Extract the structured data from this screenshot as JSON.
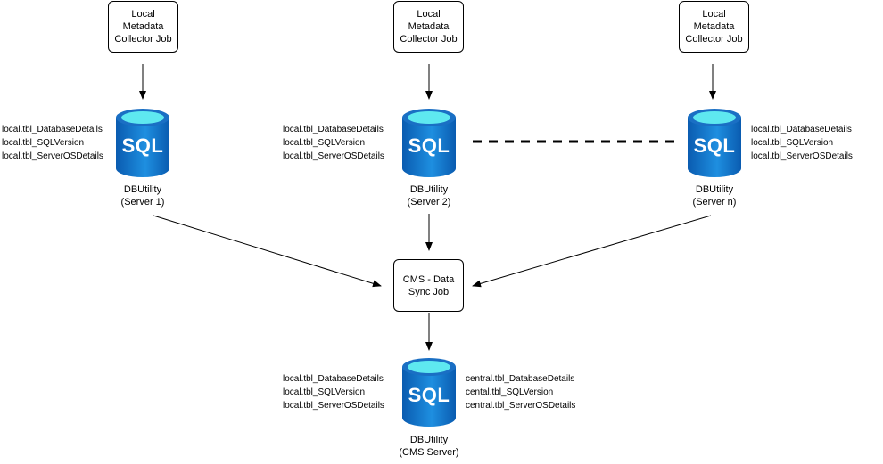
{
  "jobs": {
    "local_job_1": [
      "Local",
      "Metadata",
      "Collector Job"
    ],
    "local_job_2": [
      "Local",
      "Metadata",
      "Collector Job"
    ],
    "local_job_n": [
      "Local",
      "Metadata",
      "Collector Job"
    ],
    "cms_sync_job": [
      "CMS - Data",
      "Sync Job"
    ]
  },
  "db_icon_text": "SQL",
  "servers": {
    "server_1": {
      "name": "DBUtility",
      "server": "(Server 1)",
      "tables": [
        "local.tbl_DatabaseDetails",
        "local.tbl_SQLVersion",
        "local.tbl_ServerOSDetails"
      ]
    },
    "server_2": {
      "name": "DBUtility",
      "server": "(Server 2)",
      "tables": [
        "local.tbl_DatabaseDetails",
        "local.tbl_SQLVersion",
        "local.tbl_ServerOSDetails"
      ]
    },
    "server_n": {
      "name": "DBUtility",
      "server": "(Server n)",
      "tables": [
        "local.tbl_DatabaseDetails",
        "local.tbl_SQLVersion",
        "local.tbl_ServerOSDetails"
      ]
    },
    "cms_server": {
      "name": "DBUtility",
      "server": "(CMS Server)",
      "local_tables": [
        "local.tbl_DatabaseDetails",
        "local.tbl_SQLVersion",
        "local.tbl_ServerOSDetails"
      ],
      "central_tables": [
        "central.tbl_DatabaseDetails",
        "cental.tbl_SQLVersion",
        "central.tbl_ServerOSDetails"
      ]
    }
  },
  "colors": {
    "db_body_dark": "#0a5bb0",
    "db_body_light": "#1e8fe0",
    "db_top_ring": "#1a6fc4",
    "db_top_fill": "#5ee8f0",
    "line": "#000000"
  }
}
